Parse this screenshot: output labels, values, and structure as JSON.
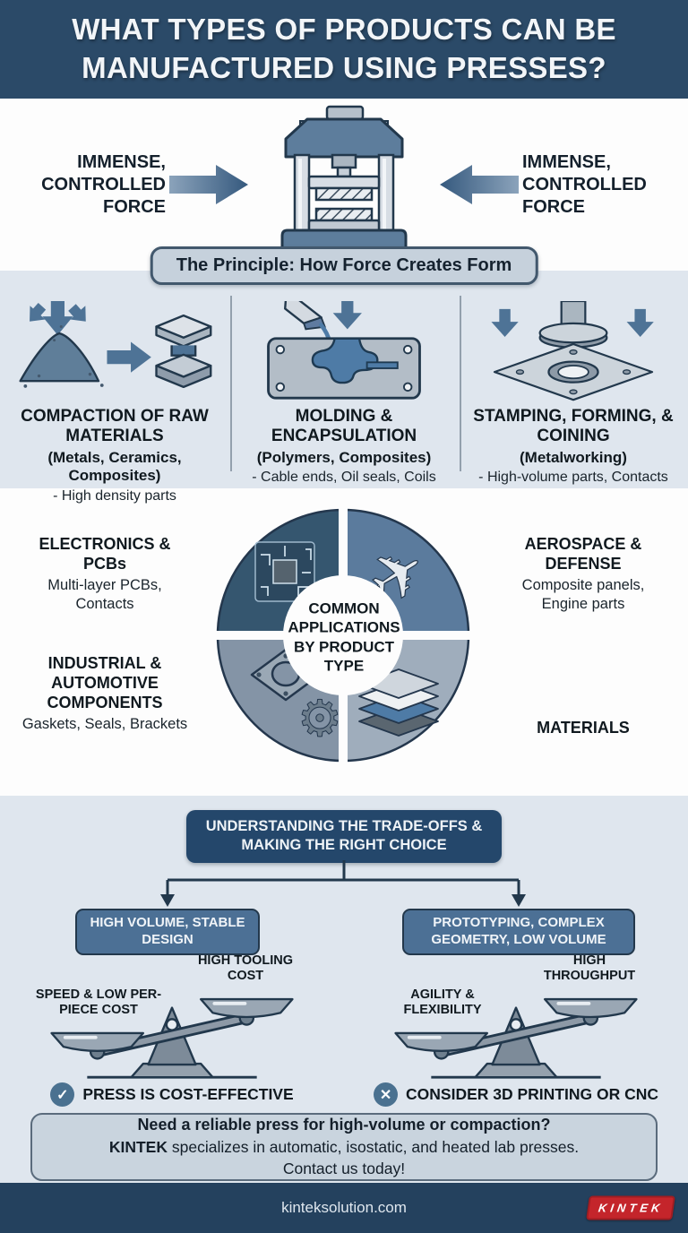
{
  "colors": {
    "header_bg": "#2b4a68",
    "section_light": "#dfe6ee",
    "section_white": "#fdfdfd",
    "steel_blue": "#4e7396",
    "press_blue": "#5d7d9c",
    "heading_box": "#24476b",
    "branch_box": "#4c7095",
    "banner_fill": "#c6d1dc",
    "cta_fill": "#c9d4de",
    "footer_bg": "#24415e",
    "logo_red": "#c4252b",
    "quad_top_left": "#35566f",
    "quad_top_right": "#5b7b9d",
    "quad_bottom_left": "#8494a6",
    "quad_bottom_right": "#9fadbc"
  },
  "header": {
    "title": "WHAT TYPES OF PRODUCTS CAN BE MANUFACTURED USING PRESSES?"
  },
  "principle": {
    "left_force": "IMMENSE, CONTROLLED FORCE",
    "right_force": "IMMENSE, CONTROLLED FORCE",
    "banner": "The Principle: How Force Creates Form"
  },
  "processes": {
    "items": [
      {
        "title": "COMPACTION OF RAW MATERIALS",
        "subtitle": "(Metals, Ceramics, Composites)",
        "detail": "- High density parts",
        "icon": "powder-compaction-icon"
      },
      {
        "title": "MOLDING & ENCAPSULATION",
        "subtitle": "(Polymers, Composites)",
        "detail": "- Cable ends, Oil seals, Coils",
        "icon": "mold-pour-icon"
      },
      {
        "title": "STAMPING, FORMING, & COINING",
        "subtitle": "(Metalworking)",
        "detail": "- High-volume parts, Contacts",
        "icon": "stamping-die-icon"
      }
    ]
  },
  "applications": {
    "center_label": "COMMON APPLICATIONS BY PRODUCT TYPE",
    "quadrants": [
      {
        "position": "top-left",
        "title": "ELECTRONICS & PCBs",
        "detail": "Multi-layer PCBs, Contacts",
        "icon": "circuit-chip-icon"
      },
      {
        "position": "top-right",
        "title": "AEROSPACE & DEFENSE",
        "detail": "Composite panels, Engine parts",
        "icon": "airplane-icon"
      },
      {
        "position": "bottom-left",
        "title": "INDUSTRIAL & AUTOMOTIVE COMPONENTS",
        "detail": "Gaskets, Seals, Brackets",
        "icon": "gasket-gear-icon"
      },
      {
        "position": "bottom-right",
        "title": "MATERIALS",
        "detail": "",
        "icon": "material-layers-icon"
      }
    ]
  },
  "tradeoffs": {
    "heading": "UNDERSTANDING THE TRADE-OFFS & MAKING THE RIGHT CHOICE",
    "branches": [
      {
        "label": "HIGH VOLUME, STABLE DESIGN",
        "pan_low": "SPEED & LOW PER-PIECE COST",
        "pan_high": "HIGH TOOLING COST",
        "verdict": "PRESS IS COST-EFFECTIVE",
        "verdict_icon": "check-icon"
      },
      {
        "label": "PROTOTYPING, COMPLEX GEOMETRY, LOW VOLUME",
        "pan_low": "AGILITY & FLEXIBILITY",
        "pan_high": "HIGH THROUGHPUT",
        "verdict": "CONSIDER 3D PRINTING OR CNC",
        "verdict_icon": "cross-icon"
      }
    ]
  },
  "icons": {
    "check": "✓",
    "cross": "✕"
  },
  "cta": {
    "line1": "Need a reliable press for high-volume or compaction?",
    "line2_bold": "KINTEK",
    "line2_rest": " specializes in automatic, isostatic, and heated lab presses.",
    "line3": "Contact us today!"
  },
  "footer": {
    "url": "kinteksolution.com",
    "logo": "KINTEK"
  }
}
